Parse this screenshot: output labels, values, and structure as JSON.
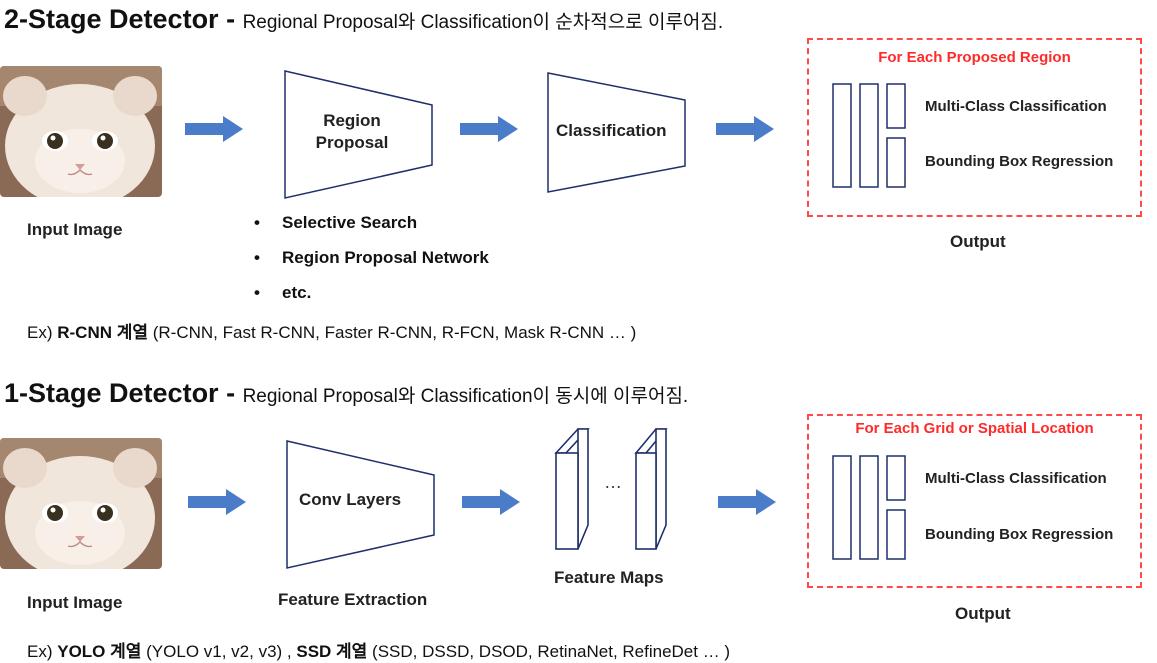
{
  "colors": {
    "arrow": "#4a7cc9",
    "shape_stroke": "#1f2f6b",
    "red_text": "#ff2b2b",
    "red_border": "#ff4a4a"
  },
  "section1": {
    "title": "2-Stage Detector",
    "dash": " - ",
    "description": "Regional Proposal와 Classification이 순차적으로 이루어짐.",
    "input_label": "Input Image",
    "region_proposal_label": [
      "Region",
      "Proposal"
    ],
    "classification_label": "Classification",
    "bullets": [
      "Selective Search",
      "Region Proposal Network",
      "etc."
    ],
    "bullet_char": "•",
    "output_header": "For Each Proposed Region",
    "output_items": [
      "Multi-Class Classification",
      "Bounding Box Regression"
    ],
    "output_label": "Output",
    "example_prefix": "Ex) ",
    "example_bold": "R-CNN 계열",
    "example_rest": " (R-CNN, Fast R-CNN, Faster R-CNN, R-FCN, Mask R-CNN … )"
  },
  "section2": {
    "title": "1-Stage Detector",
    "dash": " - ",
    "description": "Regional Proposal와 Classification이 동시에 이루어짐.",
    "input_label": "Input Image",
    "conv_label": "Conv Layers",
    "feature_extraction_label": "Feature Extraction",
    "ellipsis": "…",
    "feature_maps_label": "Feature Maps",
    "output_header": "For Each Grid or Spatial Location",
    "output_items": [
      "Multi-Class Classification",
      "Bounding Box Regression"
    ],
    "output_label": "Output",
    "example_prefix": "Ex) ",
    "example_bold1": "YOLO 계열",
    "example_mid": " (YOLO v1, v2, v3) , ",
    "example_bold2": "SSD 계열",
    "example_rest": " (SSD, DSSD, DSOD, RetinaNet, RefineDet … )"
  }
}
